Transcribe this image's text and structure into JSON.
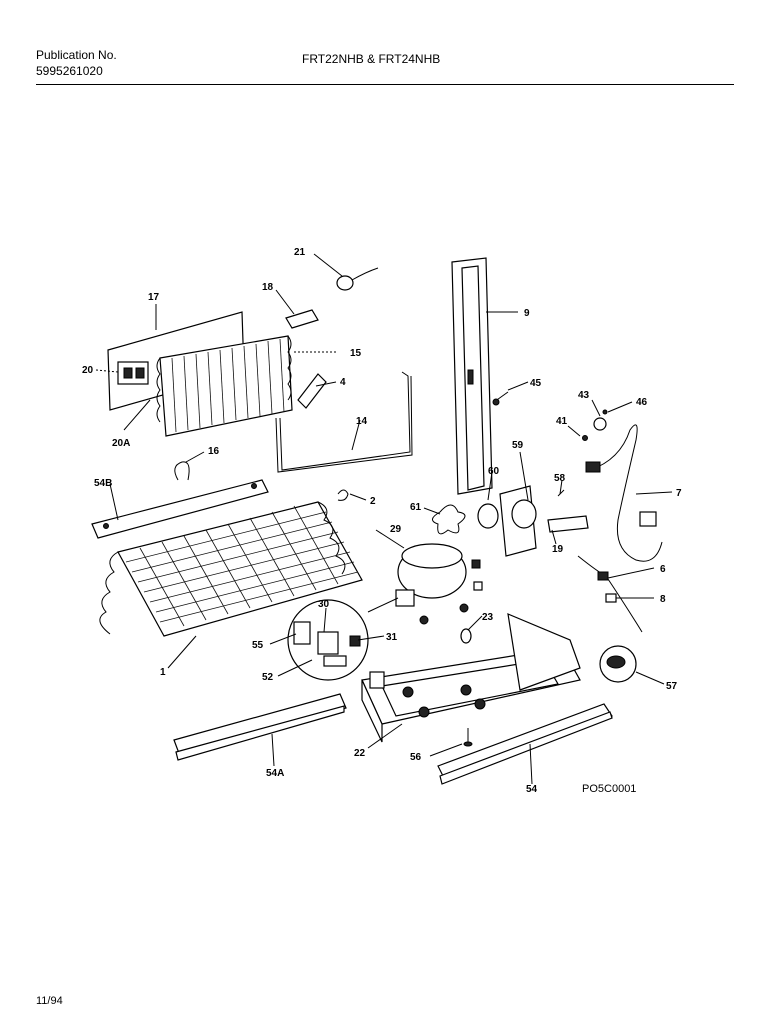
{
  "header": {
    "publication_label": "Publication No.",
    "publication_number": "5995261020",
    "models": "FRT22NHB & FRT24NHB"
  },
  "diagram": {
    "code": "PO5C0001",
    "labels": {
      "l21": "21",
      "l18": "18",
      "l17": "17",
      "l15": "15",
      "l20": "20",
      "l4": "4",
      "l20A": "20A",
      "l14": "14",
      "l16": "16",
      "l9": "9",
      "l45a": "45",
      "l43": "43",
      "l46": "46",
      "l41": "41",
      "l59": "59",
      "l60": "60",
      "l58": "58",
      "l7": "7",
      "l61": "61",
      "l54B": "54B",
      "l2": "2",
      "l29": "29",
      "l19": "19",
      "l6": "6",
      "l8": "8",
      "l30": "30",
      "l31": "31",
      "l55": "55",
      "l23": "23",
      "l1": "1",
      "l52": "52",
      "l57": "57",
      "l22": "22",
      "l56": "56",
      "l54A": "54A",
      "l54": "54"
    }
  },
  "footer": {
    "date": "11/94"
  }
}
